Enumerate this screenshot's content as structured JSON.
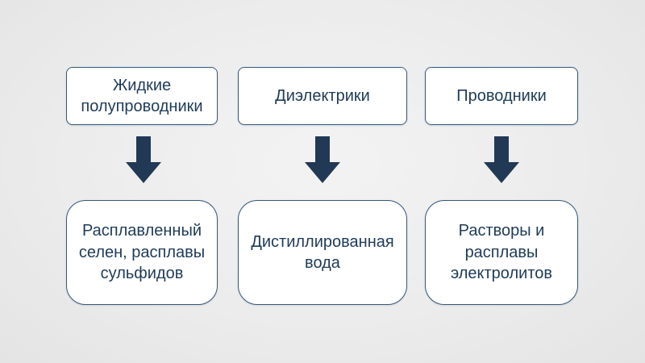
{
  "slide": {
    "columns": [
      {
        "top": "Жидкие полупроводники",
        "bottom": "Расплавленный селен, расплавы сульфидов"
      },
      {
        "top": "Диэлектрики",
        "bottom": "Дистиллированная вода"
      },
      {
        "top": "Проводники",
        "bottom": "Растворы и расплавы электролитов"
      }
    ],
    "colors": {
      "background": "#ececec",
      "box_fill": "#ffffff",
      "box_border": "#35587d",
      "text": "#1e3b58",
      "arrow": "#213955"
    },
    "icons": [
      "down-arrow-icon",
      "down-arrow-icon",
      "down-arrow-icon"
    ]
  }
}
